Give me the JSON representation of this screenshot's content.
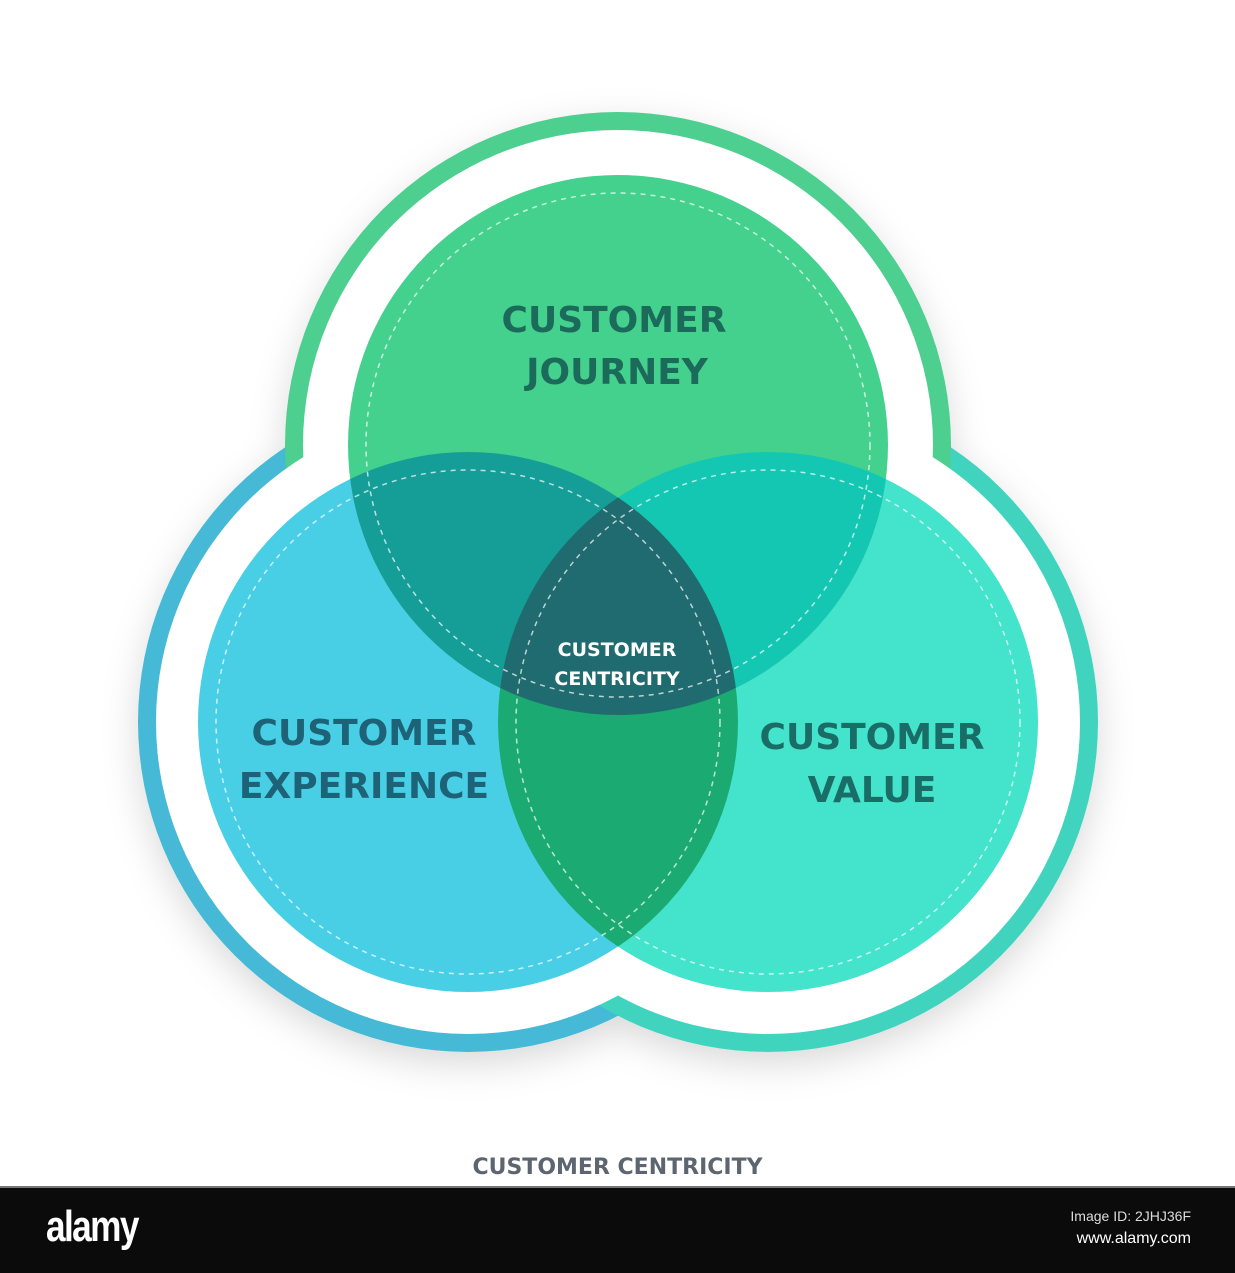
{
  "diagram": {
    "top": {
      "line1": "CUSTOMER",
      "line2": "JOURNEY"
    },
    "left": {
      "line1": "CUSTOMER",
      "line2": "EXPERIENCE"
    },
    "right": {
      "line1": "CUSTOMER",
      "line2": "VALUE"
    },
    "center": {
      "line1": "CUSTOMER",
      "line2": "CENTRICITY"
    },
    "caption": "CUSTOMER CENTRICITY",
    "colors": {
      "top": "#44d18e",
      "left": "#48cfe6",
      "right": "#44e3cc",
      "top_left": "#159e98",
      "top_right": "#14c7b2",
      "left_right": "#1bab72",
      "center": "#1f6b6f"
    }
  },
  "watermark": {
    "brand": "alamy",
    "image_id": "Image ID: 2JHJ36F",
    "site": "www.alamy.com"
  }
}
